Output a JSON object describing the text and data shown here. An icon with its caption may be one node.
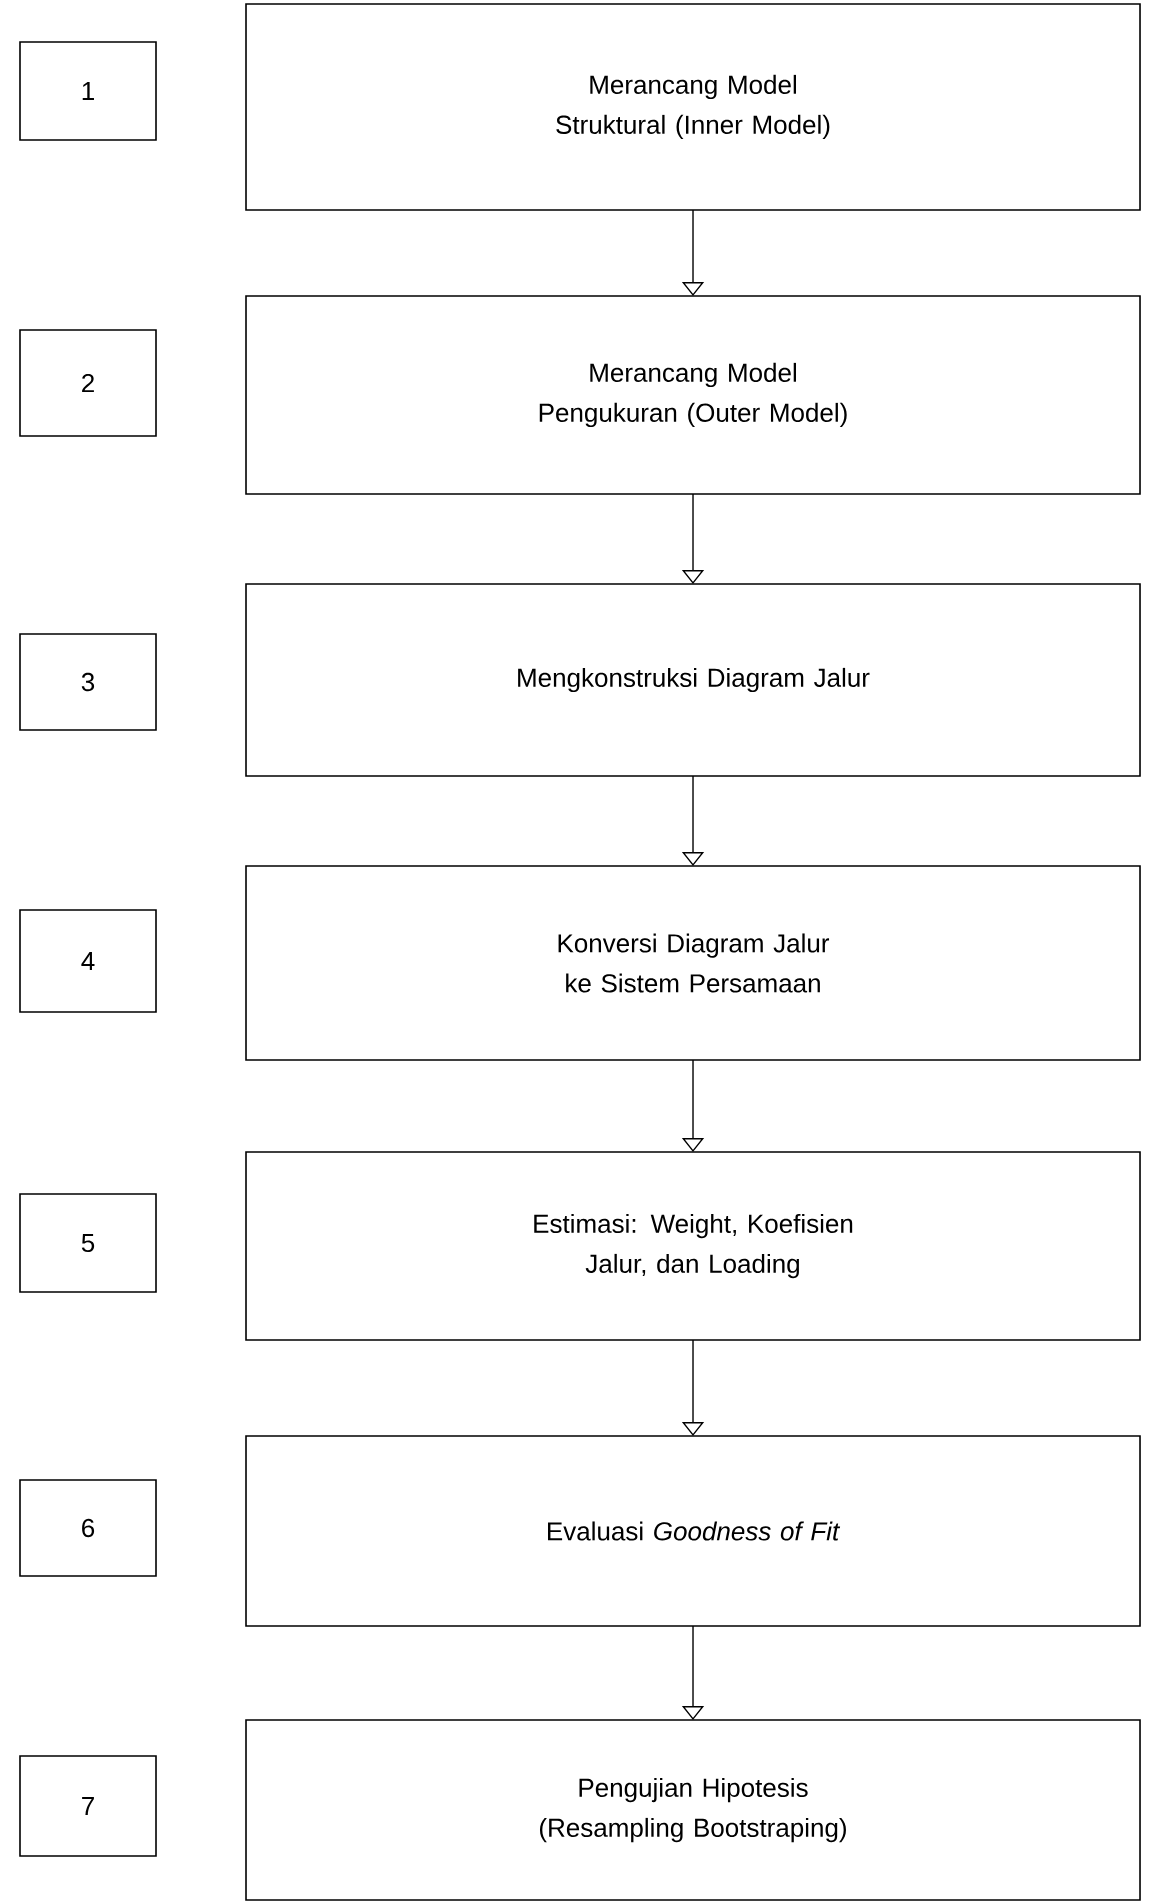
{
  "diagram": {
    "nodes": [
      {
        "text": [
          "1"
        ]
      },
      {
        "text": [
          "Merancang Model Struktural (Inner Model)"
        ]
      },
      {
        "text": [
          "2"
        ]
      },
      {
        "text": [
          "Merancang Model Pengukuran (Outer Model)"
        ]
      },
      {
        "text": [
          "3"
        ]
      },
      {
        "text": [
          "Mengkonstruksi Diagram Jalur"
        ]
      },
      {
        "text": [
          "4"
        ]
      },
      {
        "text": [
          "Konversi Diagram Jalur ke Sistem Persamaan"
        ]
      },
      {
        "text": [
          "5"
        ]
      },
      {
        "text": [
          "Estimasi: Weight, Koefisien Jalur, dan Loading"
        ]
      },
      {
        "text": [
          "6"
        ]
      },
      {
        "text": [
          "Evaluasi *Goodness of Fit*"
        ]
      },
      {
        "text": [
          "7"
        ]
      },
      {
        "text": [
          "Pengujian Hipotesis (Resampling Bootstraping)"
        ]
      }
    ],
    "edges": [
      {
        "from": 1,
        "to": 3,
        "arrow": "to"
      },
      {
        "from": 3,
        "to": 5,
        "arrow": "to"
      },
      {
        "from": 5,
        "to": 7,
        "arrow": "to"
      },
      {
        "from": 7,
        "to": 9,
        "arrow": "to"
      },
      {
        "from": 9,
        "to": 11,
        "arrow": "to"
      },
      {
        "from": 11,
        "to": 13,
        "arrow": "to"
      }
    ]
  }
}
